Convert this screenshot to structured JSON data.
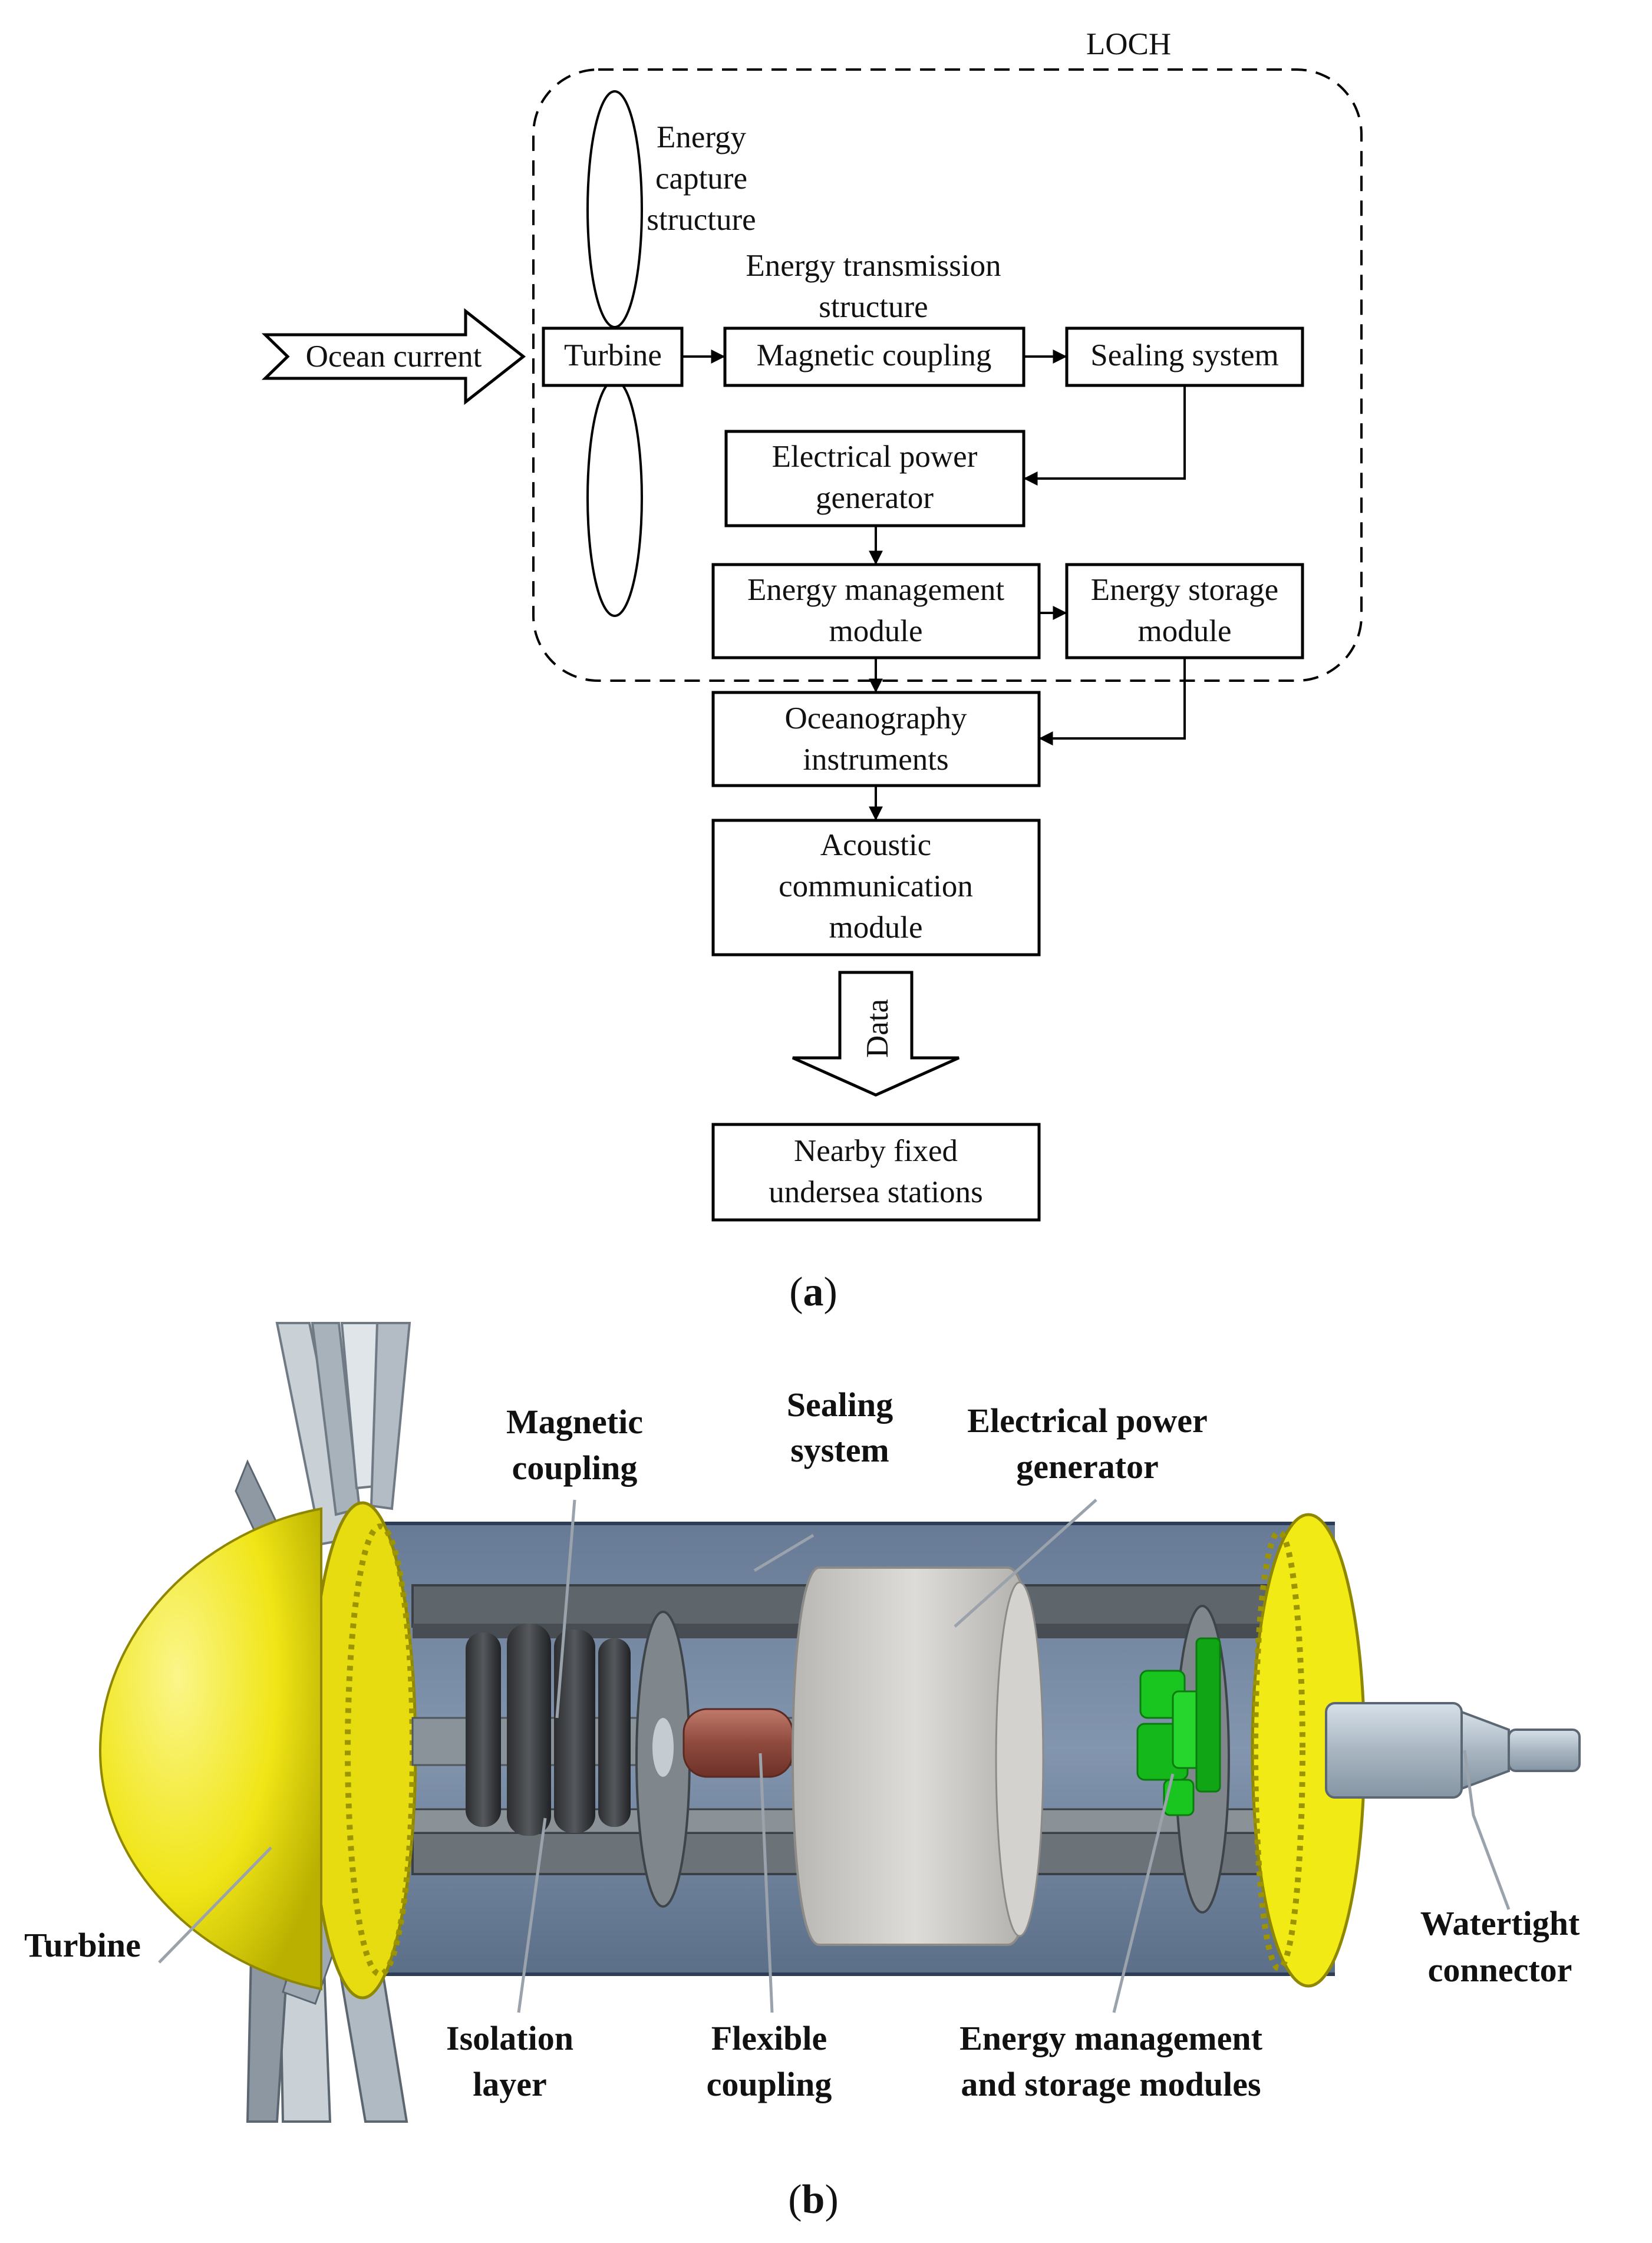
{
  "diagram_a": {
    "loch_label": "LOCH",
    "ocean_current": "Ocean current",
    "energy_capture": [
      "Energy",
      "capture",
      "structure"
    ],
    "energy_transmission": [
      "Energy transmission",
      "structure"
    ],
    "turbine": "Turbine",
    "magnetic_coupling": "Magnetic coupling",
    "sealing_system": "Sealing system",
    "electrical_power_generator": [
      "Electrical power",
      "generator"
    ],
    "energy_management_module": [
      "Energy management",
      "module"
    ],
    "energy_storage_module": [
      "Energy storage",
      "module"
    ],
    "oceanography_instruments": [
      "Oceanography",
      "instruments"
    ],
    "acoustic_communication_module": [
      "Acoustic",
      "communication",
      "module"
    ],
    "data_arrow": "Data",
    "nearby_stations": [
      "Nearby fixed",
      "undersea stations"
    ]
  },
  "caption_a": [
    "(",
    "a",
    ")"
  ],
  "diagram_b": {
    "magnetic_coupling": [
      "Magnetic",
      "coupling"
    ],
    "sealing_system": [
      "Sealing",
      "system"
    ],
    "electrical_power_generator": [
      "Electrical power",
      "generator"
    ],
    "turbine": "Turbine",
    "isolation_layer": [
      "Isolation",
      "layer"
    ],
    "flexible_coupling": [
      "Flexible",
      "coupling"
    ],
    "energy_management_storage": [
      "Energy management",
      "and storage modules"
    ],
    "watertight_connector": [
      "Watertight",
      "connector"
    ]
  },
  "caption_b": [
    "(",
    "b",
    ")"
  ],
  "colors": {
    "hull_yellow": "#f2ea14",
    "housing_blue": "#5d7290",
    "frame_gray": "#7f878d",
    "generator_gray": "#cfcdc9",
    "flex_coupling_copper": "#9c5548",
    "module_green": "#19c51f",
    "connector_gray": "#b6c3ce"
  }
}
